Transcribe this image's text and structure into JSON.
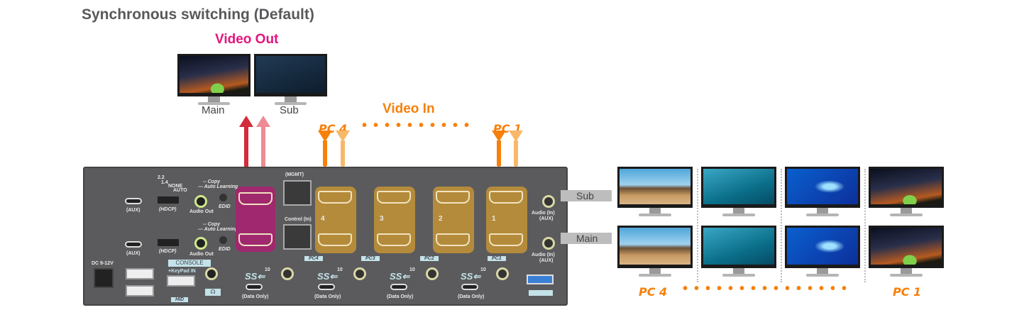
{
  "title": "Synchronous switching (Default)",
  "video_out": {
    "label": "Video Out",
    "monitors": [
      "Main",
      "Sub"
    ]
  },
  "video_in": {
    "label": "Video In",
    "from": "PC 4",
    "to": "PC 1"
  },
  "device": {
    "aux": "(AUX)",
    "hdcp": "(HDCP)",
    "hdcp_options": [
      "2.2",
      "1.4",
      "NONE",
      "AUTO"
    ],
    "copy": "-- Copy",
    "auto_learning": "--- Auto Learning",
    "edid": "EDID",
    "audio_out": "Audio Out",
    "mgmt": "(MGMT)",
    "control_in": "Control (In)",
    "dc": "DC 9-12V",
    "console": "CONSOLE",
    "keypad": "+KeyPad IN",
    "hid": "HID",
    "data_only": "(Data Only)",
    "ss_speed": "10",
    "ports": [
      "PC4",
      "PC3",
      "PC2",
      "PC1"
    ],
    "port_numbers": [
      "4",
      "3",
      "2",
      "1"
    ],
    "audio_in": "Audio (In)",
    "audio_in_sub": "(AUX)"
  },
  "outputs": {
    "sub": "Sub",
    "main": "Main"
  },
  "bottom": {
    "from": "PC 4",
    "to": "PC 1"
  },
  "colors": {
    "video_out": "#e4147c",
    "video_in": "#f7800a",
    "main_arrow": "#d42a3a",
    "sub_arrow": "#ef8a92"
  }
}
